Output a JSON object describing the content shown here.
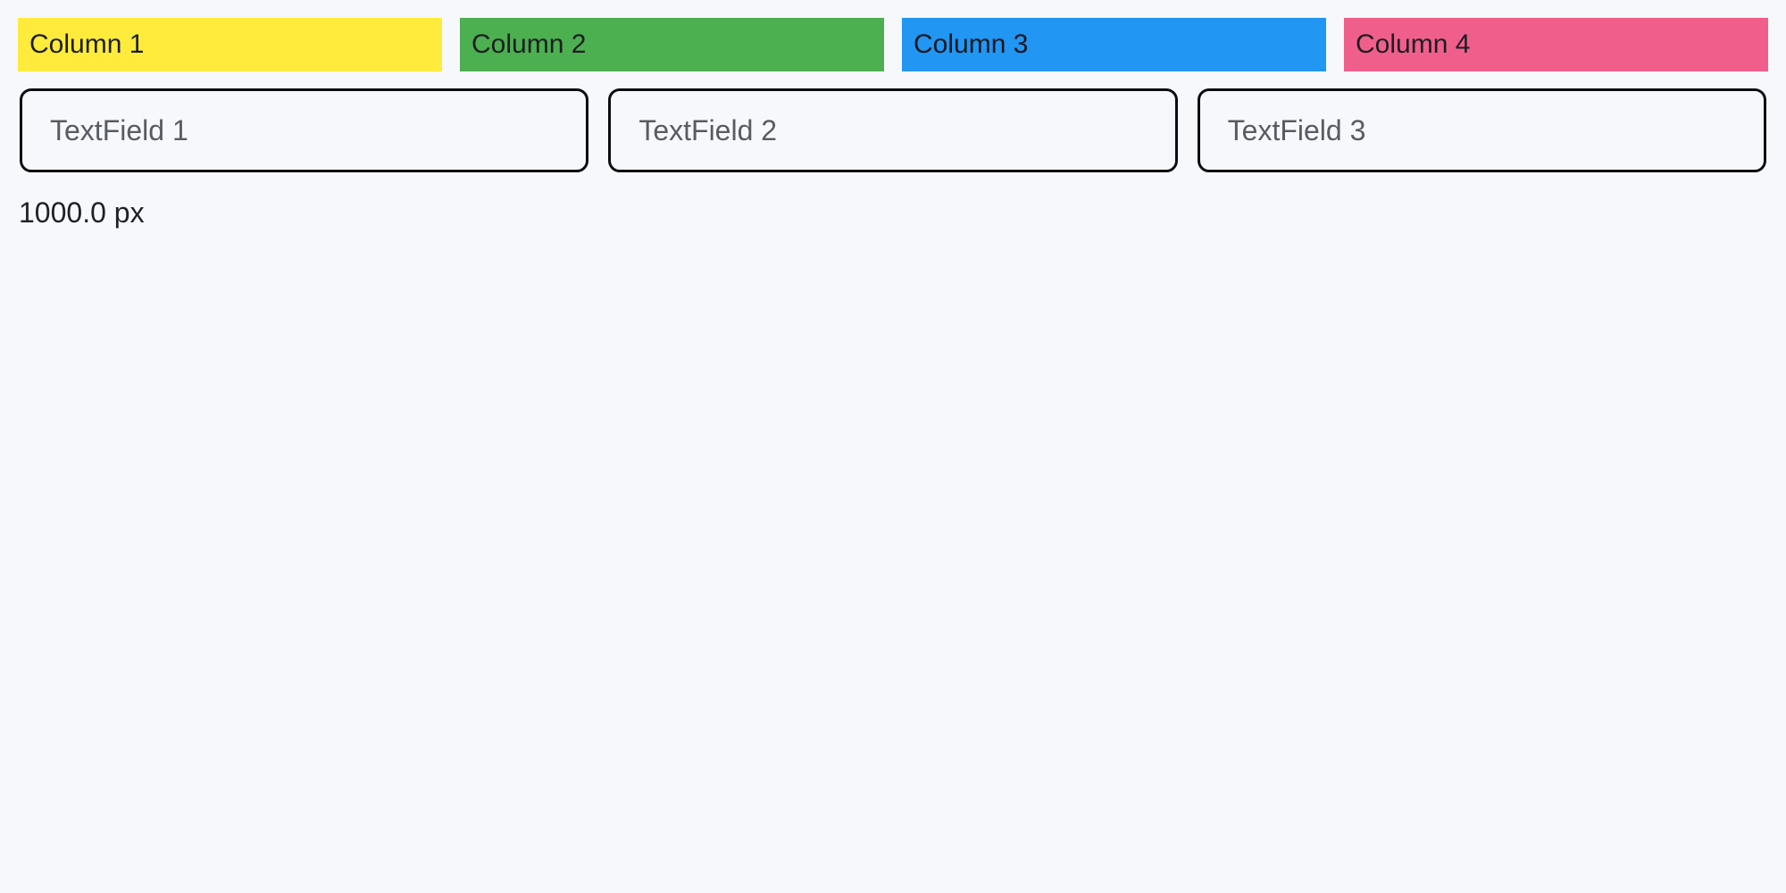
{
  "page": {
    "background": "#F7F8FB",
    "size_label": "1000.0 px"
  },
  "columns": [
    {
      "label": "Column 1",
      "color": "#FFEB3B",
      "text_color": "#1C1E22"
    },
    {
      "label": "Column 2",
      "color": "#4CAF50",
      "text_color": "#1C1E22"
    },
    {
      "label": "Column 3",
      "color": "#2196F3",
      "text_color": "#14181D"
    },
    {
      "label": "Column 4",
      "color": "#F05F8C",
      "text_color": "#1C1E22"
    }
  ],
  "textfields": [
    {
      "placeholder": "TextField 1",
      "value": ""
    },
    {
      "placeholder": "TextField 2",
      "value": ""
    },
    {
      "placeholder": "TextField 3",
      "value": ""
    }
  ]
}
